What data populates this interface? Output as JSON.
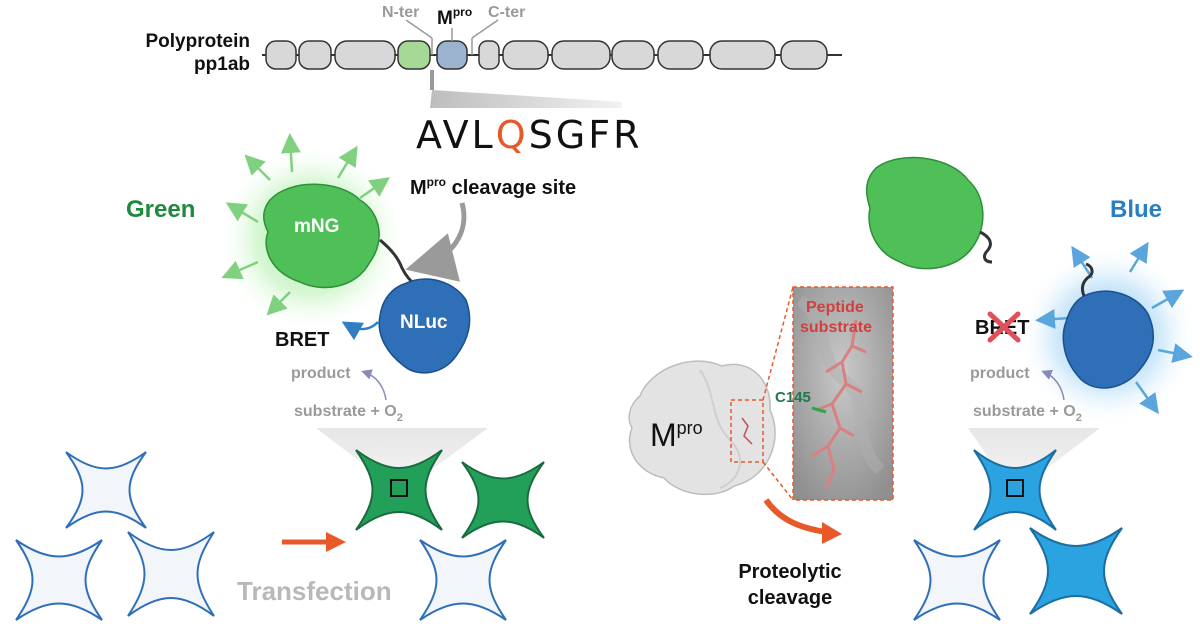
{
  "polyprotein": {
    "label_line1": "Polyprotein",
    "label_line2": "pp1ab",
    "nter": "N-ter",
    "cter": "C-ter",
    "mpro_main": "M",
    "mpro_sup": "pro"
  },
  "cleavage": {
    "seq_prefix": "AVL",
    "seq_highlight": "Q",
    "seq_suffix": "SGFR",
    "site_main": "M",
    "site_sup": "pro",
    "site_rest": " cleavage site"
  },
  "left_panel": {
    "green_label": "Green",
    "mng_label": "mNG",
    "nluc_label": "NLuc",
    "bret_label": "BRET",
    "product_label": "product",
    "substrate_main": "substrate + O",
    "substrate_sub": "2",
    "transfection_label": "Transfection"
  },
  "middle_panel": {
    "mpro_main": "M",
    "mpro_sup": "pro",
    "peptide_line1": "Peptide",
    "peptide_line2": "substrate",
    "c145_label": "C145",
    "proteolytic_line1": "Proteolytic",
    "proteolytic_line2": "cleavage"
  },
  "right_panel": {
    "blue_label": "Blue",
    "bret_label": "BRET",
    "product_label": "product",
    "substrate_main": "substrate + O",
    "substrate_sub": "2"
  },
  "colors": {
    "green_text": "#1e8a3e",
    "blue_text": "#2a7ec3",
    "orange": "#e8592a",
    "grey_text": "#9a9a9a",
    "peptide_red": "#d0403f",
    "mng_green": "#4fbf57",
    "nluc_blue": "#2f6fb7",
    "cell_green": "#22a05a",
    "cell_blue": "#2ba3e0"
  }
}
